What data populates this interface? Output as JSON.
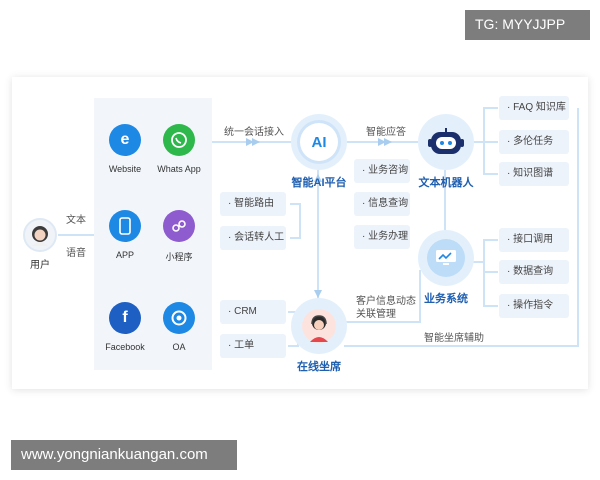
{
  "watermark_top": "TG: MYYJJPP",
  "watermark_bottom": "www.yongniankuangan.com",
  "user": {
    "label": "用户",
    "text_channel": "文本",
    "voice_channel": "语音"
  },
  "channels": [
    {
      "label": "Website",
      "icon": "ie-browser-icon",
      "color": "#1e88e5"
    },
    {
      "label": "Whats App",
      "icon": "whatsapp-icon",
      "color": "#2eb84b"
    },
    {
      "label": "APP",
      "icon": "mobile-app-icon",
      "color": "#1e88e5"
    },
    {
      "label": "小程序",
      "icon": "mini-program-icon",
      "color": "#8e5ccf"
    },
    {
      "label": "Facebook",
      "icon": "facebook-icon",
      "color": "#1e5fc4"
    },
    {
      "label": "OA",
      "icon": "oa-icon",
      "color": "#1e88e5"
    }
  ],
  "edges": {
    "unified_access": "统一会话接入",
    "smart_reply": "智能应答",
    "customer_info_line1": "客户信息动态",
    "customer_info_line2": "关联管理",
    "agent_assist": "智能坐席辅助"
  },
  "nodes": {
    "ai_platform": {
      "badge": "AI",
      "label": "智能AI平台"
    },
    "text_robot": {
      "label": "文本机器人"
    },
    "business_system": {
      "label": "业务系统"
    },
    "online_agent": {
      "label": "在线坐席"
    }
  },
  "routing_tags": [
    "· 智能路由",
    "· 会话转人工"
  ],
  "agent_tags": [
    "· CRM",
    "· 工单"
  ],
  "ai_tags": [
    "· 业务咨询",
    "· 信息查询",
    "· 业务办理"
  ],
  "robot_tags": [
    "· FAQ 知识库",
    "· 多伦任务",
    "· 知识图谱"
  ],
  "business_tags": [
    "· 接口调用",
    "· 数据查询",
    "· 操作指令"
  ],
  "colors": {
    "primary": "#1e88e5",
    "line": "#cfe3f6",
    "arrow": "#a9cdee"
  }
}
